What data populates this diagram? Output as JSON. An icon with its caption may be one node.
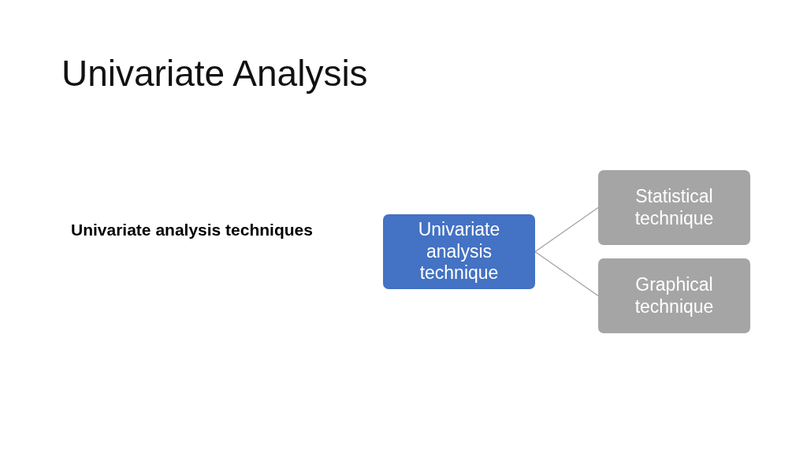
{
  "diagram": {
    "title": "Univariate Analysis",
    "nodes": [
      {
        "text": [
          "Univariate analysis technique"
        ]
      },
      {
        "text": [
          "Statistical technique"
        ]
      },
      {
        "text": [
          "Graphical technique"
        ]
      }
    ],
    "edges": [
      {
        "from": 0,
        "to": 1,
        "arrow": "none"
      },
      {
        "from": 0,
        "to": 2,
        "arrow": "none"
      }
    ],
    "labels": [
      "Univariate analysis techniques"
    ]
  }
}
